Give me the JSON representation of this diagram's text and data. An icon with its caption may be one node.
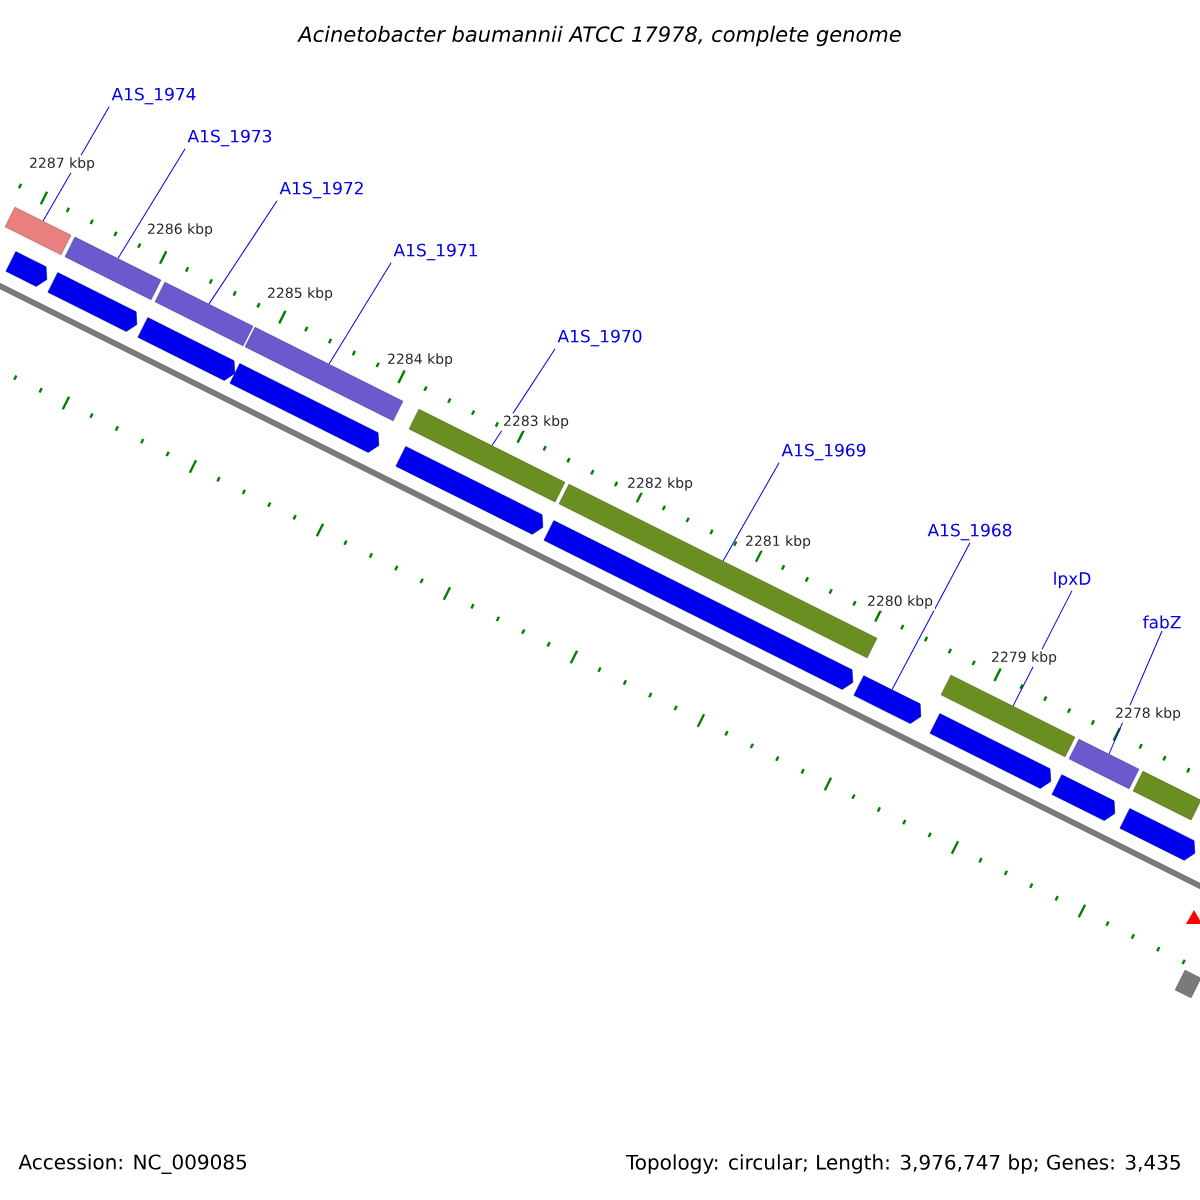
{
  "diagram": {
    "title": "Acinetobacter baumannii ATCC 17978, complete genome",
    "nodes": [
      {
        "text": [
          "A1S_1974"
        ]
      },
      {
        "text": [
          "A1S_1973"
        ]
      },
      {
        "text": [
          "A1S_1972"
        ]
      },
      {
        "text": [
          "A1S_1971"
        ]
      },
      {
        "text": [
          "A1S_1970"
        ]
      },
      {
        "text": [
          "A1S_1969"
        ]
      },
      {
        "text": [
          "A1S_1968"
        ]
      },
      {
        "text": [
          "lpxD"
        ]
      },
      {
        "text": [
          "fabZ"
        ]
      },
      {
        "text": [],
        "shape": "bar"
      },
      {
        "text": [],
        "shape": "bar"
      },
      {
        "text": [],
        "shape": "bar"
      },
      {
        "text": [],
        "shape": "bar"
      },
      {
        "text": [],
        "shape": "bar"
      },
      {
        "text": [],
        "shape": "bar"
      },
      {
        "text": [],
        "shape": "bar"
      },
      {
        "text": [],
        "shape": "bar"
      },
      {
        "text": [],
        "shape": "bar"
      },
      {
        "text": [],
        "shape": "arrow"
      },
      {
        "text": [],
        "shape": "arrow"
      },
      {
        "text": [],
        "shape": "arrow"
      },
      {
        "text": [],
        "shape": "arrow"
      },
      {
        "text": [],
        "shape": "arrow"
      },
      {
        "text": [],
        "shape": "arrow"
      },
      {
        "text": [],
        "shape": "arrow"
      },
      {
        "text": [],
        "shape": "arrow"
      },
      {
        "text": [],
        "shape": "arrow"
      },
      {
        "text": [],
        "shape": "arrow"
      },
      {
        "text": [],
        "shape": "bar"
      }
    ],
    "edges": [
      {
        "from": 0,
        "to": 9,
        "arrow": "none"
      },
      {
        "from": 1,
        "to": 10,
        "arrow": "none"
      },
      {
        "from": 2,
        "to": 11,
        "arrow": "none"
      },
      {
        "from": 3,
        "to": 12,
        "arrow": "none"
      },
      {
        "from": 4,
        "to": 13,
        "arrow": "none"
      },
      {
        "from": 5,
        "to": 14,
        "arrow": "none"
      },
      {
        "from": 6,
        "to": 24,
        "arrow": "none"
      },
      {
        "from": 7,
        "to": 15,
        "arrow": "none"
      },
      {
        "from": 8,
        "to": 16,
        "arrow": "none"
      }
    ],
    "labels": [
      "2287 kbp",
      "2286 kbp",
      "2285 kbp",
      "2284 kbp",
      "2283 kbp",
      "2282 kbp",
      "2281 kbp",
      "2280 kbp",
      "2279 kbp",
      "2278 kbp",
      "Accession: NC_009085",
      "Topology: circular; Length: 3,976,747 bp; Genes: 3,435"
    ]
  }
}
